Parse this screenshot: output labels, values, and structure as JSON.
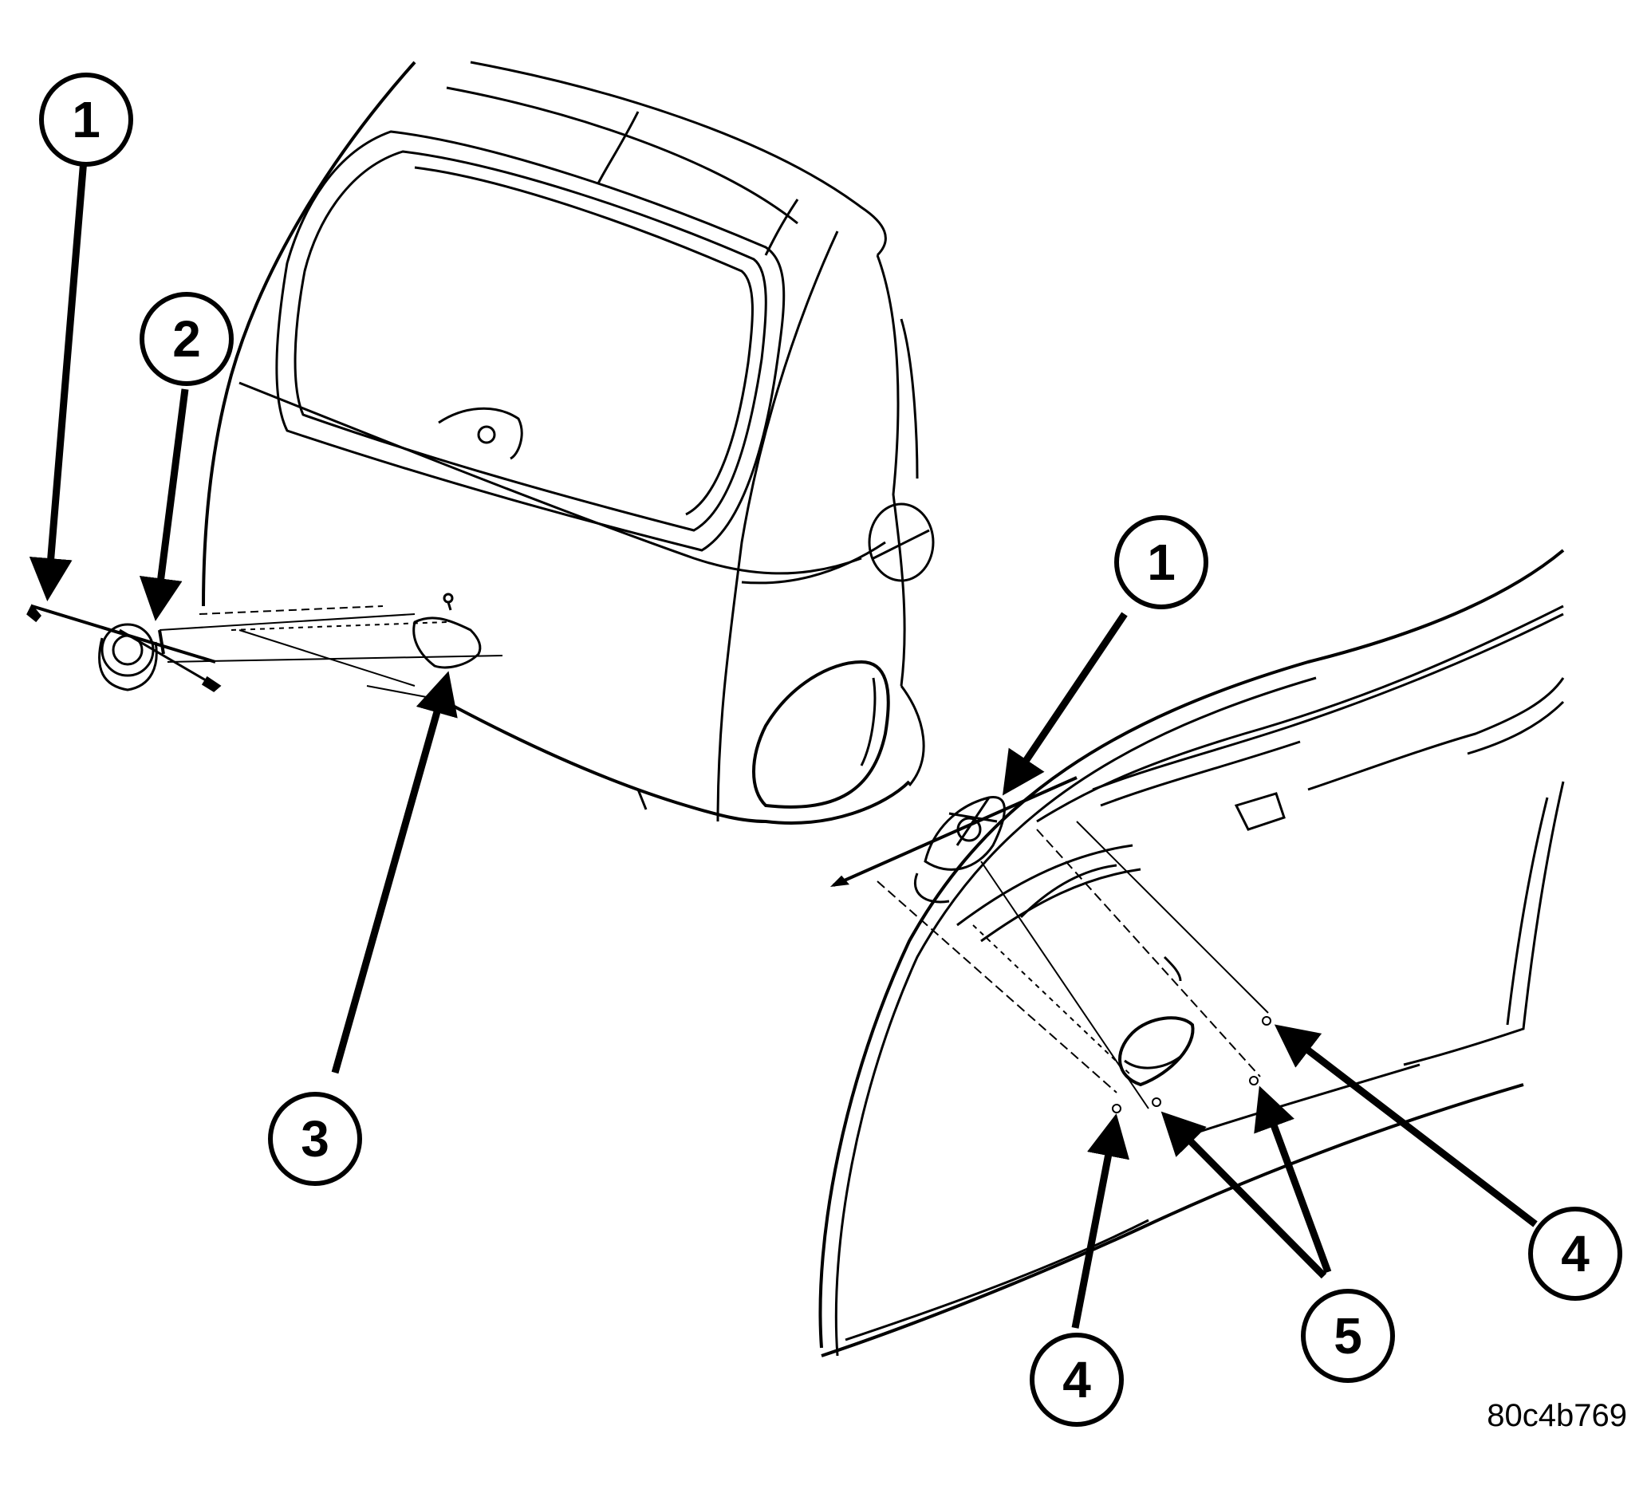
{
  "figure": {
    "reference_code": "80c4b769",
    "line_color": "#000000",
    "background_color": "#ffffff"
  },
  "callouts": {
    "left_1": "1",
    "left_2": "2",
    "left_3": "3",
    "right_1": "1",
    "right_4a": "4",
    "right_4b": "4",
    "right_5": "5"
  }
}
